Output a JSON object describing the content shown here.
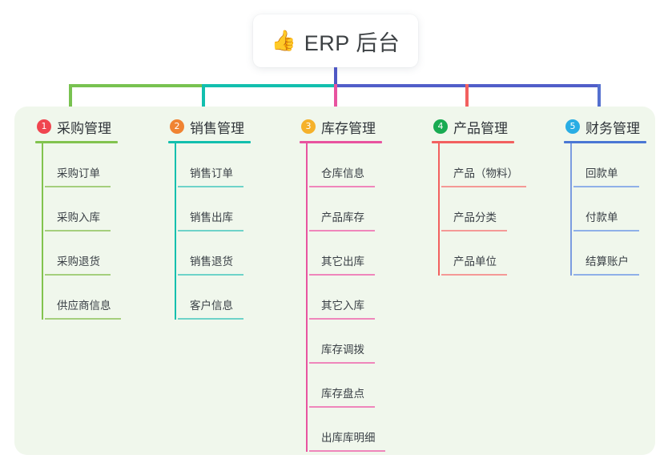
{
  "root": {
    "icon": "thumbs-up-emoji",
    "emoji": "👍",
    "title": "ERP 后台"
  },
  "palette": {
    "panel_bg": "#f0f7ec",
    "page_bg": "#ffffff",
    "root_trunk": "#4f58c4",
    "bus_left_green": "#78c250",
    "bus_mid_teal": "#12bfae",
    "bus_right_indigo": "#515ec9",
    "text": "#3a4046"
  },
  "columns": [
    {
      "index": "1",
      "badge_color": "#f0454f",
      "line_color": "#86c council",
      "title": "采购管理",
      "accent": "#82c34e",
      "drop_color": "#78c250",
      "items": [
        {
          "label": "采购订单"
        },
        {
          "label": "采购入库"
        },
        {
          "label": "采购退货"
        },
        {
          "label": "供应商信息"
        }
      ]
    },
    {
      "index": "2",
      "badge_color": "#f08332",
      "title": "销售管理",
      "accent": "#12bfae",
      "drop_color": "#12bfae",
      "items": [
        {
          "label": "销售订单"
        },
        {
          "label": "销售出库"
        },
        {
          "label": "销售退货"
        },
        {
          "label": "客户信息"
        }
      ]
    },
    {
      "index": "3",
      "badge_color": "#f5b12a",
      "title": "库存管理",
      "accent": "#e8539f",
      "drop_color": "#e8539f",
      "items": [
        {
          "label": "仓库信息"
        },
        {
          "label": "产品库存"
        },
        {
          "label": "其它出库"
        },
        {
          "label": "其它入库"
        },
        {
          "label": "库存调拨"
        },
        {
          "label": "库存盘点"
        },
        {
          "label": "出库库明细"
        }
      ]
    },
    {
      "index": "4",
      "badge_color": "#19ab52",
      "title": "产品管理",
      "accent": "#f2605f",
      "drop_color": "#f2605f",
      "items": [
        {
          "label": "产品（物料）"
        },
        {
          "label": "产品分类"
        },
        {
          "label": "产品单位"
        }
      ]
    },
    {
      "index": "5",
      "badge_color": "#29ade4",
      "title": "财务管理",
      "accent": "#4a77d4",
      "drop_color": "#5470cf",
      "items": [
        {
          "label": "回款单"
        },
        {
          "label": "付款单"
        },
        {
          "label": "结算账户"
        }
      ]
    }
  ]
}
